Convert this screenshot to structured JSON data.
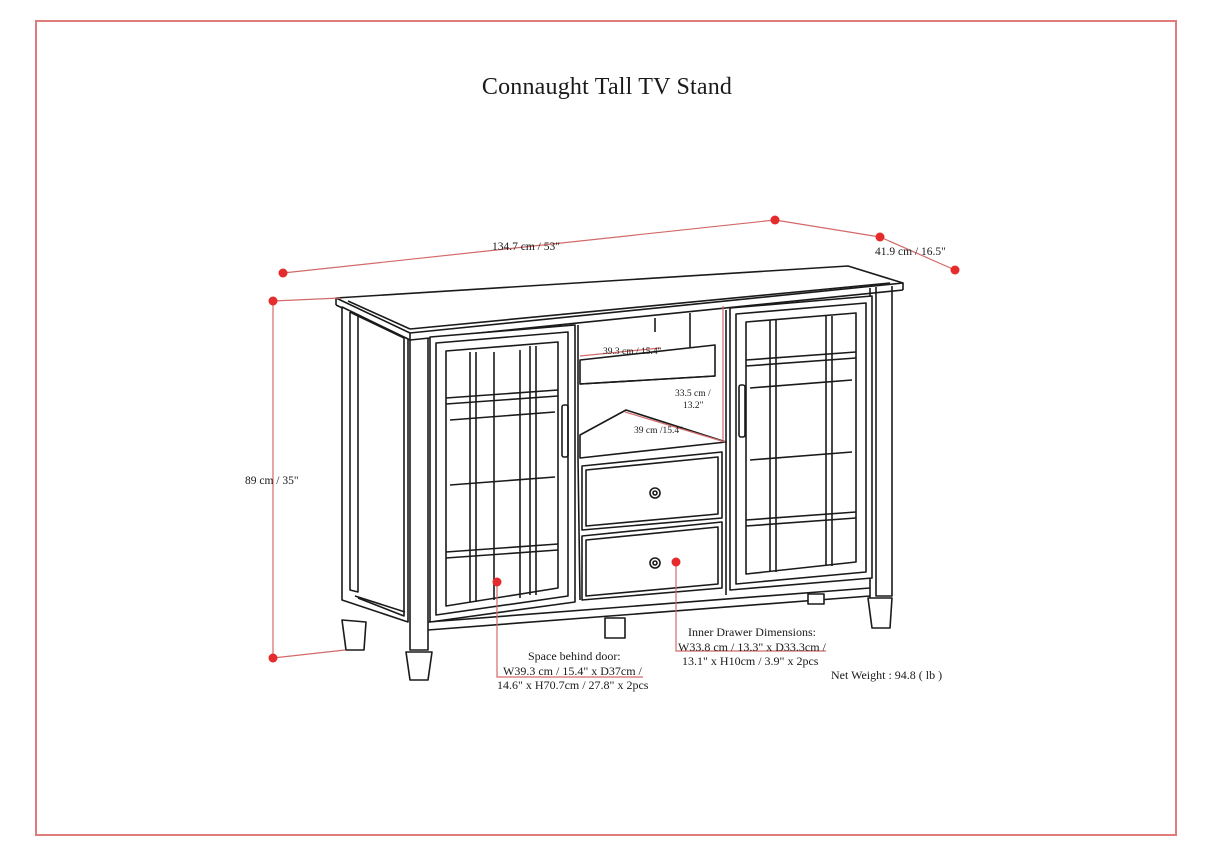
{
  "title": "Connaught Tall TV Stand",
  "colors": {
    "frame": "#e07b7b",
    "marker": "#e52b2b",
    "dimension_line": "#d36a6a",
    "ink": "#1a1a1a"
  },
  "dimensions": {
    "width": "134.7 cm / 53\"",
    "depth": "41.9 cm / 16.5\"",
    "height": "89 cm / 35\"",
    "shelf_upper_width": "39.3 cm / 15.4\"",
    "shelf_height_line1": "33.5 cm /",
    "shelf_height_line2": "13.2\"",
    "shelf_lower_depth": "39 cm /15.4\""
  },
  "notes": {
    "behind_door": {
      "heading": "Space behind door:",
      "line1": "W39.3 cm / 15.4\" x D37cm /",
      "line2": "14.6\" x H70.7cm / 27.8\" x 2pcs"
    },
    "inner_drawer": {
      "heading": "Inner Drawer Dimensions:",
      "line1": "W33.8 cm / 13.3\" x D33.3cm /",
      "line2": "13.1\" x H10cm / 3.9\" x 2pcs"
    },
    "net_weight": "Net Weight : 94.8 ( lb )"
  }
}
